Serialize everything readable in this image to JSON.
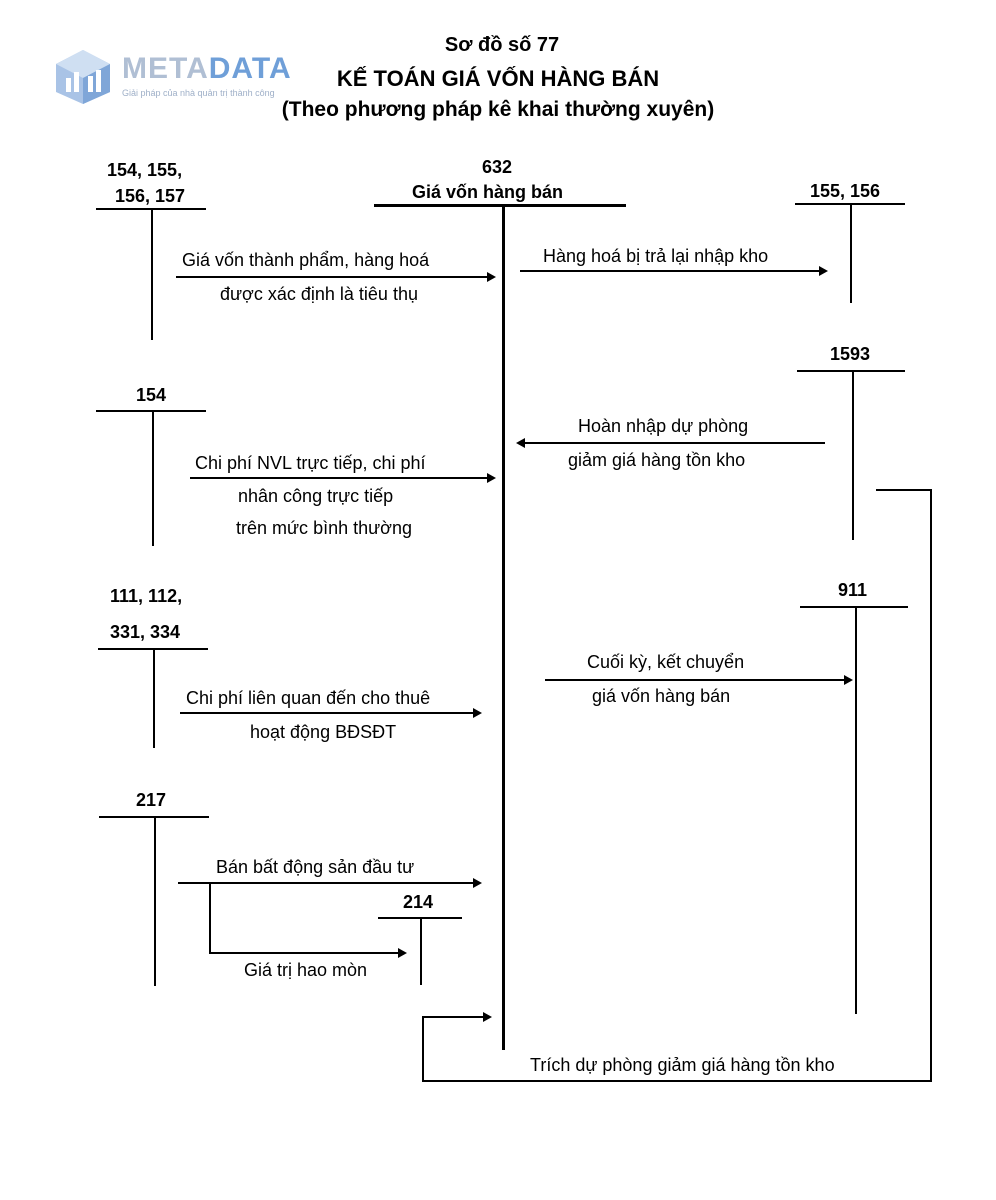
{
  "logo": {
    "name_part1": "META",
    "name_part2": "DATA",
    "tagline": "Giải pháp của nhà quản trị thành công",
    "colors": {
      "light": "#b0bfd4",
      "accent": "#6f9fd8"
    }
  },
  "header": {
    "line1": "Sơ đồ số 77",
    "line2": "KẾ TOÁN GIÁ VỐN HÀNG BÁN",
    "line3": "(Theo phương pháp kê khai thường xuyên)"
  },
  "accounts": {
    "a154_157_line1": "154, 155,",
    "a154_157_line2": "156, 157",
    "a632_code": "632",
    "a632_name": "Giá vốn hàng bán",
    "a155_156": "155, 156",
    "a1593": "1593",
    "a154": "154",
    "a111_line1": "111, 112,",
    "a111_line2": "331, 334",
    "a911": "911",
    "a217": "217",
    "a214": "214"
  },
  "flows": {
    "f1_line1": "Giá vốn thành phẩm, hàng hoá",
    "f1_line2": "được xác định là tiêu thụ",
    "f2": "Hàng hoá bị trả lại nhập kho",
    "f3_line1": "Hoàn nhập dự phòng",
    "f3_line2": "giảm giá hàng tồn kho",
    "f4_line1": "Chi phí NVL trực tiếp, chi phí",
    "f4_line2": "nhân công trực tiếp",
    "f4_line3": "trên mức bình thường",
    "f5_line1": "Cuối kỳ, kết chuyển",
    "f5_line2": "giá vốn hàng bán",
    "f6_line1": "Chi phí liên quan đến cho thuê",
    "f6_line2": "hoạt động BĐSĐT",
    "f7": "Bán bất động sản đầu tư",
    "f8": "Giá trị hao mòn",
    "f9": "Trích dự phòng giảm giá hàng tồn kho"
  }
}
